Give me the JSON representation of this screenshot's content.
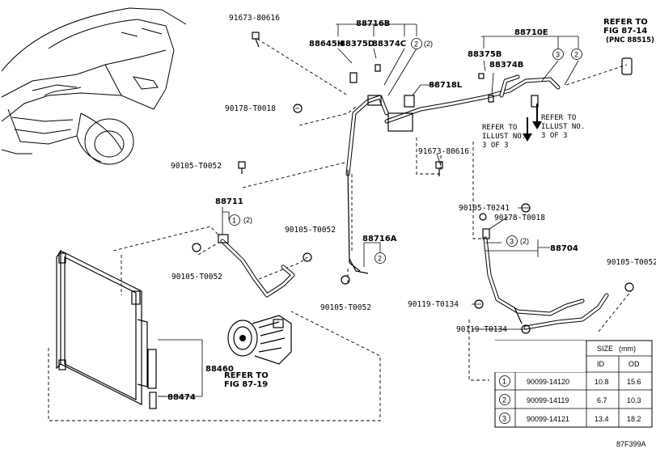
{
  "diagram_id": "87F399A",
  "parts": {
    "p88716B": "88716B",
    "p88710E": "88710E",
    "p91673_80616_top": "91673-80616",
    "p88645H": "88645H",
    "p88375D": "88375D",
    "p88374C": "88374C",
    "p88375B": "88375B",
    "p88374B": "88374B",
    "p88718L": "88718L",
    "p90178_T0018_top": "90178-T0018",
    "p91673_80616_mid": "91673-80616",
    "p90105_T0052_a": "90105-T0052",
    "p88711": "88711",
    "p90105_T0241": "90105-T0241",
    "p90178_T0018_mid": "90178-T0018",
    "p90105_T0052_b": "90105-T0052",
    "p90105_T0052_c": "90105-T0052",
    "p88716A": "88716A",
    "p88704": "88704",
    "p90105_T0052_d": "90105-T0052",
    "p90105_T0052_e": "90105-T0052",
    "p90119_T0134_a": "90119-T0134",
    "p90119_T0134_b": "90119-T0134",
    "p88460": "88460",
    "p88474": "88474"
  },
  "qty": {
    "q2_top": "(2)",
    "q2_88711": "(2)",
    "q2_88704": "(2)"
  },
  "circle_refs": {
    "c1": "1",
    "c2": "2",
    "c3": "3"
  },
  "notes": {
    "refer_fig_87_14_l1": "REFER TO",
    "refer_fig_87_14_l2": "FIG 87-14",
    "refer_fig_87_14_l3": "(PNC 88515)",
    "refer_illust_a_l1": "REFER TO",
    "refer_illust_a_l2": "ILLUST NO.",
    "refer_illust_a_l3": "3 OF 3",
    "refer_illust_b_l1": "REFER TO",
    "refer_illust_b_l2": "ILLUST NO.",
    "refer_illust_b_l3": "3 OF 3",
    "refer_fig_87_19_l1": "REFER TO",
    "refer_fig_87_19_l2": "FIG 87-19"
  },
  "size_table": {
    "title": "SIZE",
    "unit": "(mm)",
    "col_id": "ID",
    "col_od": "OD",
    "rows": [
      {
        "ref": "1",
        "part": "90099-14120",
        "id": "10.8",
        "od": "15.6"
      },
      {
        "ref": "2",
        "part": "90099-14119",
        "id": "6.7",
        "od": "10.3"
      },
      {
        "ref": "3",
        "part": "90099-14121",
        "id": "13.4",
        "od": "18.2"
      }
    ]
  }
}
